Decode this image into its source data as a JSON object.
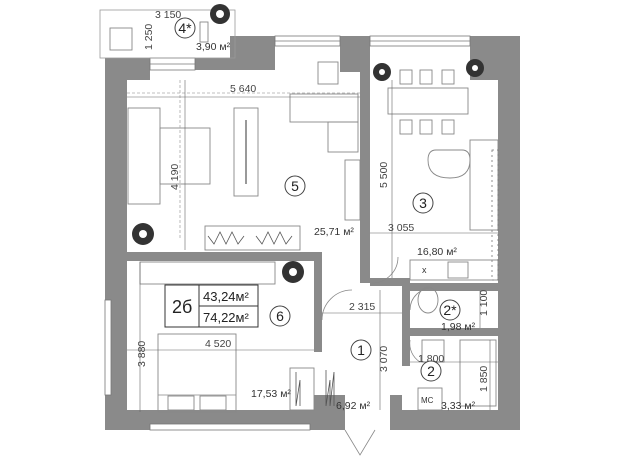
{
  "plan": {
    "summary": {
      "unit_label": "2б",
      "living_area": "43,24м²",
      "total_area": "74,22м²"
    },
    "rooms": [
      {
        "id": "5",
        "area": "25,71 м²"
      },
      {
        "id": "3",
        "area": "16,80 м²"
      },
      {
        "id": "6",
        "area": "17,53 м²"
      },
      {
        "id": "1",
        "area": "6,92 м²"
      },
      {
        "id": "2*",
        "area": "1,98 м²"
      },
      {
        "id": "2",
        "area": "3,33 м²"
      },
      {
        "id": "4*",
        "area": "3,90 м²"
      }
    ],
    "dimensions": {
      "balcony_width": "3 150",
      "balcony_depth": "1 250",
      "living_width": "5 640",
      "living_depth": "4 190",
      "kitchen_depth": "5 500",
      "kitchen_width": "3 055",
      "bedroom_width": "4 520",
      "bedroom_depth": "3 880",
      "hall_width": "2 315",
      "hall_depth": "3 070",
      "wc_width": "1 800",
      "wc_depth": "1 100",
      "bath_depth": "1 850"
    },
    "labels": {
      "fridge_mark": "x",
      "washer_mark": "МС"
    }
  }
}
